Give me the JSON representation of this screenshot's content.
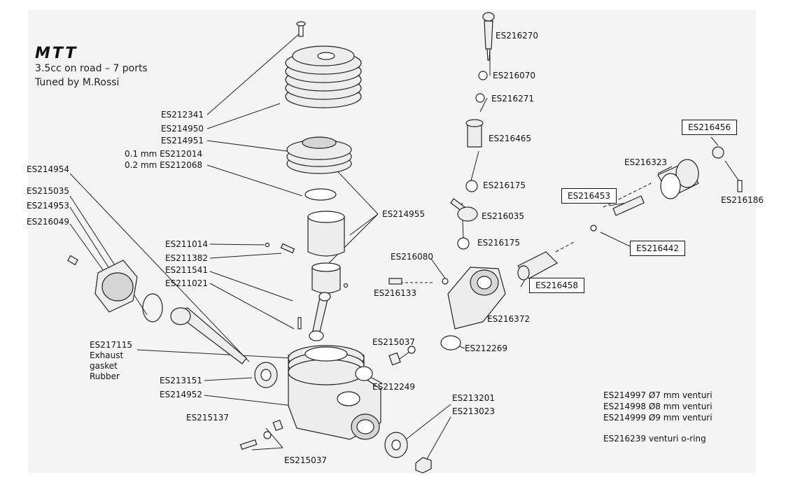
{
  "header": {
    "brand": "MTT",
    "line1": "3.5cc on road – 7 ports",
    "line2": "Tuned by M.Rossi"
  },
  "notes": [
    "ES214997 Ø7 mm venturi",
    "ES214998 Ø8 mm venturi",
    "ES214999 Ø9 mm venturi",
    "ES216239 venturi o-ring"
  ],
  "labels": {
    "ES216270": "ES216270",
    "ES216070": "ES216070",
    "ES216271": "ES216271",
    "ES216465": "ES216465",
    "ES216175a": "ES216175",
    "ES216035": "ES216035",
    "ES216175b": "ES216175",
    "ES216080": "ES216080",
    "ES216133": "ES216133",
    "ES216372": "ES216372",
    "ES212269": "ES212269",
    "ES216456": "ES216456",
    "ES216323": "ES216323",
    "ES216186": "ES216186",
    "ES216453": "ES216453",
    "ES216442": "ES216442",
    "ES216458": "ES216458",
    "ES212341": "ES212341",
    "ES214950": "ES214950",
    "ES214951": "ES214951",
    "ES212014": "0.1 mm ES212014",
    "ES212068": "0.2 mm ES212068",
    "ES214955": "ES214955",
    "ES214954": "ES214954",
    "ES215035": "ES215035",
    "ES214953": "ES214953",
    "ES216049": "ES216049",
    "ES211014": "ES211014",
    "ES211382": "ES211382",
    "ES211541": "ES211541",
    "ES211021": "ES211021",
    "ES217115": "ES217115",
    "exhaust1": "Exhaust",
    "exhaust2": "gasket",
    "exhaust3": "Rubber",
    "ES215037a": "ES215037",
    "ES212249": "ES212249",
    "ES213151": "ES213151",
    "ES214952": "ES214952",
    "ES215137": "ES215137",
    "ES215037b": "ES215037",
    "ES213201": "ES213201",
    "ES213023": "ES213023"
  },
  "colors": {
    "line": "#222222",
    "part_fill": "#ededed",
    "part_shade": "#d6d6d6",
    "panel": "#f4f4f4"
  }
}
